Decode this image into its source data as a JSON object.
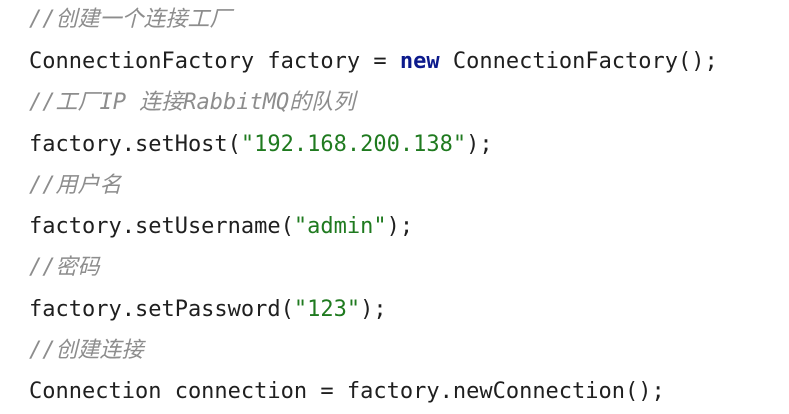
{
  "code": {
    "lines": [
      {
        "kind": "comment",
        "text": "//创建一个连接工厂"
      },
      {
        "kind": "code",
        "parts": [
          "ConnectionFactory factory = ",
          "new",
          " ConnectionFactory();"
        ]
      },
      {
        "kind": "comment",
        "text": "//工厂IP 连接RabbitMQ的队列"
      },
      {
        "kind": "code",
        "parts": [
          "factory.setHost(",
          "\"192.168.200.138\"",
          ");"
        ]
      },
      {
        "kind": "comment",
        "text": "//用户名"
      },
      {
        "kind": "code",
        "parts": [
          "factory.setUsername(",
          "\"admin\"",
          ");"
        ]
      },
      {
        "kind": "comment",
        "text": "//密码"
      },
      {
        "kind": "code",
        "parts": [
          "factory.setPassword(",
          "\"123\"",
          ");"
        ]
      },
      {
        "kind": "comment",
        "text": "//创建连接"
      },
      {
        "kind": "code",
        "parts": [
          "Connection connection = factory.newConnection();"
        ]
      }
    ]
  },
  "colors": {
    "background": "#ffffff",
    "text": "#1f1f1f",
    "comment": "#8d8d8d",
    "keyword": "#0c1a8c",
    "string": "#1f7a1f"
  }
}
